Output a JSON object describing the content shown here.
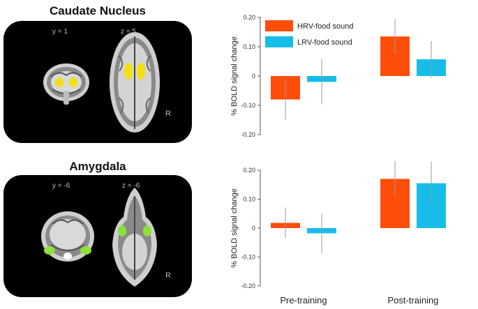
{
  "panels": [
    {
      "title": "Caudate Nucleus",
      "slice_coronal": "y = 1",
      "slice_axial": "z = 5",
      "orientation": "R",
      "roi_color": "#f2e10f"
    },
    {
      "title": "Amygdala",
      "slice_coronal": "y = -6",
      "slice_axial": "z = -6",
      "orientation": "R",
      "roi_color": "#8ee03a"
    }
  ],
  "chart_data": [
    {
      "type": "bar",
      "categories": [
        "Pre-training",
        "Post-training"
      ],
      "series": [
        {
          "name": "HRV-food sound",
          "color": "#ff4d0a",
          "values": [
            -0.08,
            0.135
          ],
          "errors": [
            0.07,
            0.06
          ]
        },
        {
          "name": "LRV-food sound",
          "color": "#17bde8",
          "values": [
            -0.02,
            0.057
          ],
          "errors": [
            0.077,
            0.062
          ]
        }
      ],
      "ylabel": "% BOLD signal change",
      "ylim": [
        -0.2,
        0.2
      ],
      "yticks": [
        "0.20",
        "0.10",
        "0",
        "-0.10",
        "-0.20"
      ],
      "legend": "top-left",
      "show_x_labels": false
    },
    {
      "type": "bar",
      "categories": [
        "Pre-training",
        "Post-training"
      ],
      "series": [
        {
          "name": "HRV-food sound",
          "color": "#ff4d0a",
          "values": [
            0.018,
            0.17
          ],
          "errors": [
            0.053,
            0.062
          ]
        },
        {
          "name": "LRV-food sound",
          "color": "#17bde8",
          "values": [
            -0.018,
            0.155
          ],
          "errors": [
            0.068,
            0.075
          ]
        }
      ],
      "ylabel": "% BOLD signal change",
      "ylim": [
        -0.2,
        0.2
      ],
      "yticks": [
        "0.20",
        "0.10",
        "0",
        "-0.10",
        "-0.20"
      ],
      "show_x_labels": true
    }
  ]
}
